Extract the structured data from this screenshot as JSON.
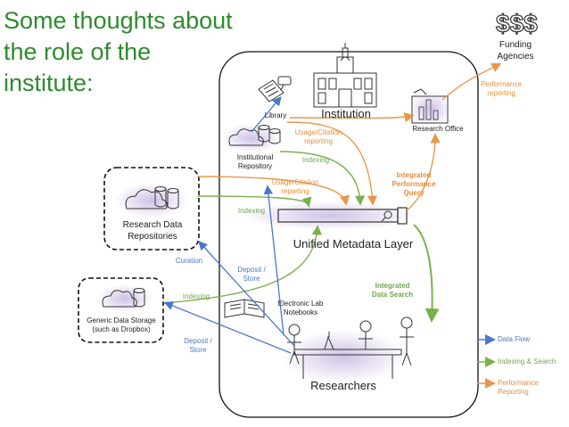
{
  "title": "Some thoughts about the role of the institute:",
  "nodes": {
    "funding": "Funding Agencies",
    "dollars": "$$$",
    "performance_reporting_top": "Performance reporting",
    "library": "Library",
    "institution": "Institution",
    "research_office": "Research Office",
    "institutional_repository": "Institutional Repository",
    "research_data_repositories": "Research Data Repositories",
    "generic_storage": "Generic Data Storage (such as Dropbox)",
    "unified_layer": "Unified Metadata Layer",
    "electronic_lab": "Electronic Lab Notebooks",
    "researchers": "Researchers"
  },
  "edges": {
    "usage_citation_1": "Usage/Citation reporting",
    "indexing_1": "Indexing",
    "usage_citation_2": "Usage/Citation reporting",
    "indexing_2": "Indexing",
    "integrated_perf": "Integrated Performance Query",
    "curation": "Curation",
    "deposit_store_1": "Deposit / Store",
    "indexing_3": "Indexing",
    "integrated_search": "Integrated Data Search",
    "deposit_store_2": "Deposit / Store"
  },
  "legend": {
    "data_flow": "Data Flow",
    "indexing_search": "Indexing & Search",
    "performance_reporting": "Performance Reporting"
  },
  "colors": {
    "title": "#2e8b2e",
    "blue": "#4a78c8",
    "green": "#7cb04e",
    "orange": "#e9974a"
  }
}
